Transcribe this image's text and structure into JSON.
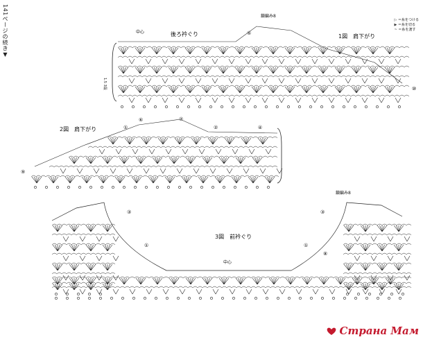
{
  "page_ref": "141ページの続き▼",
  "legend": {
    "rows": [
      {
        "symbol": "▷",
        "text": "＝糸をつける"
      },
      {
        "symbol": "▶",
        "text": "＝糸を切る"
      },
      {
        "symbol": "~",
        "text": "＝糸を渡す"
      }
    ]
  },
  "figure1": {
    "title": "1図　肩下がり",
    "sub_label": "後ろ衿ぐり",
    "center": "中心",
    "start_label": "鎖編み8",
    "side_label": "1.5 3段"
  },
  "figure2": {
    "title": "2図　肩下がり"
  },
  "figure3": {
    "title": "3図　前衿ぐり",
    "center": "中心",
    "start_label": "鎖編み8"
  },
  "circled_numbers": {
    "n5": "⑤",
    "n3": "③",
    "n1": "①",
    "n6": "⑥",
    "n4": "④",
    "n2": "②",
    "n8": "⑧",
    "n7": "⑦",
    "n9": "⑨",
    "n10": "⑩"
  },
  "watermark": "Страна Мам"
}
